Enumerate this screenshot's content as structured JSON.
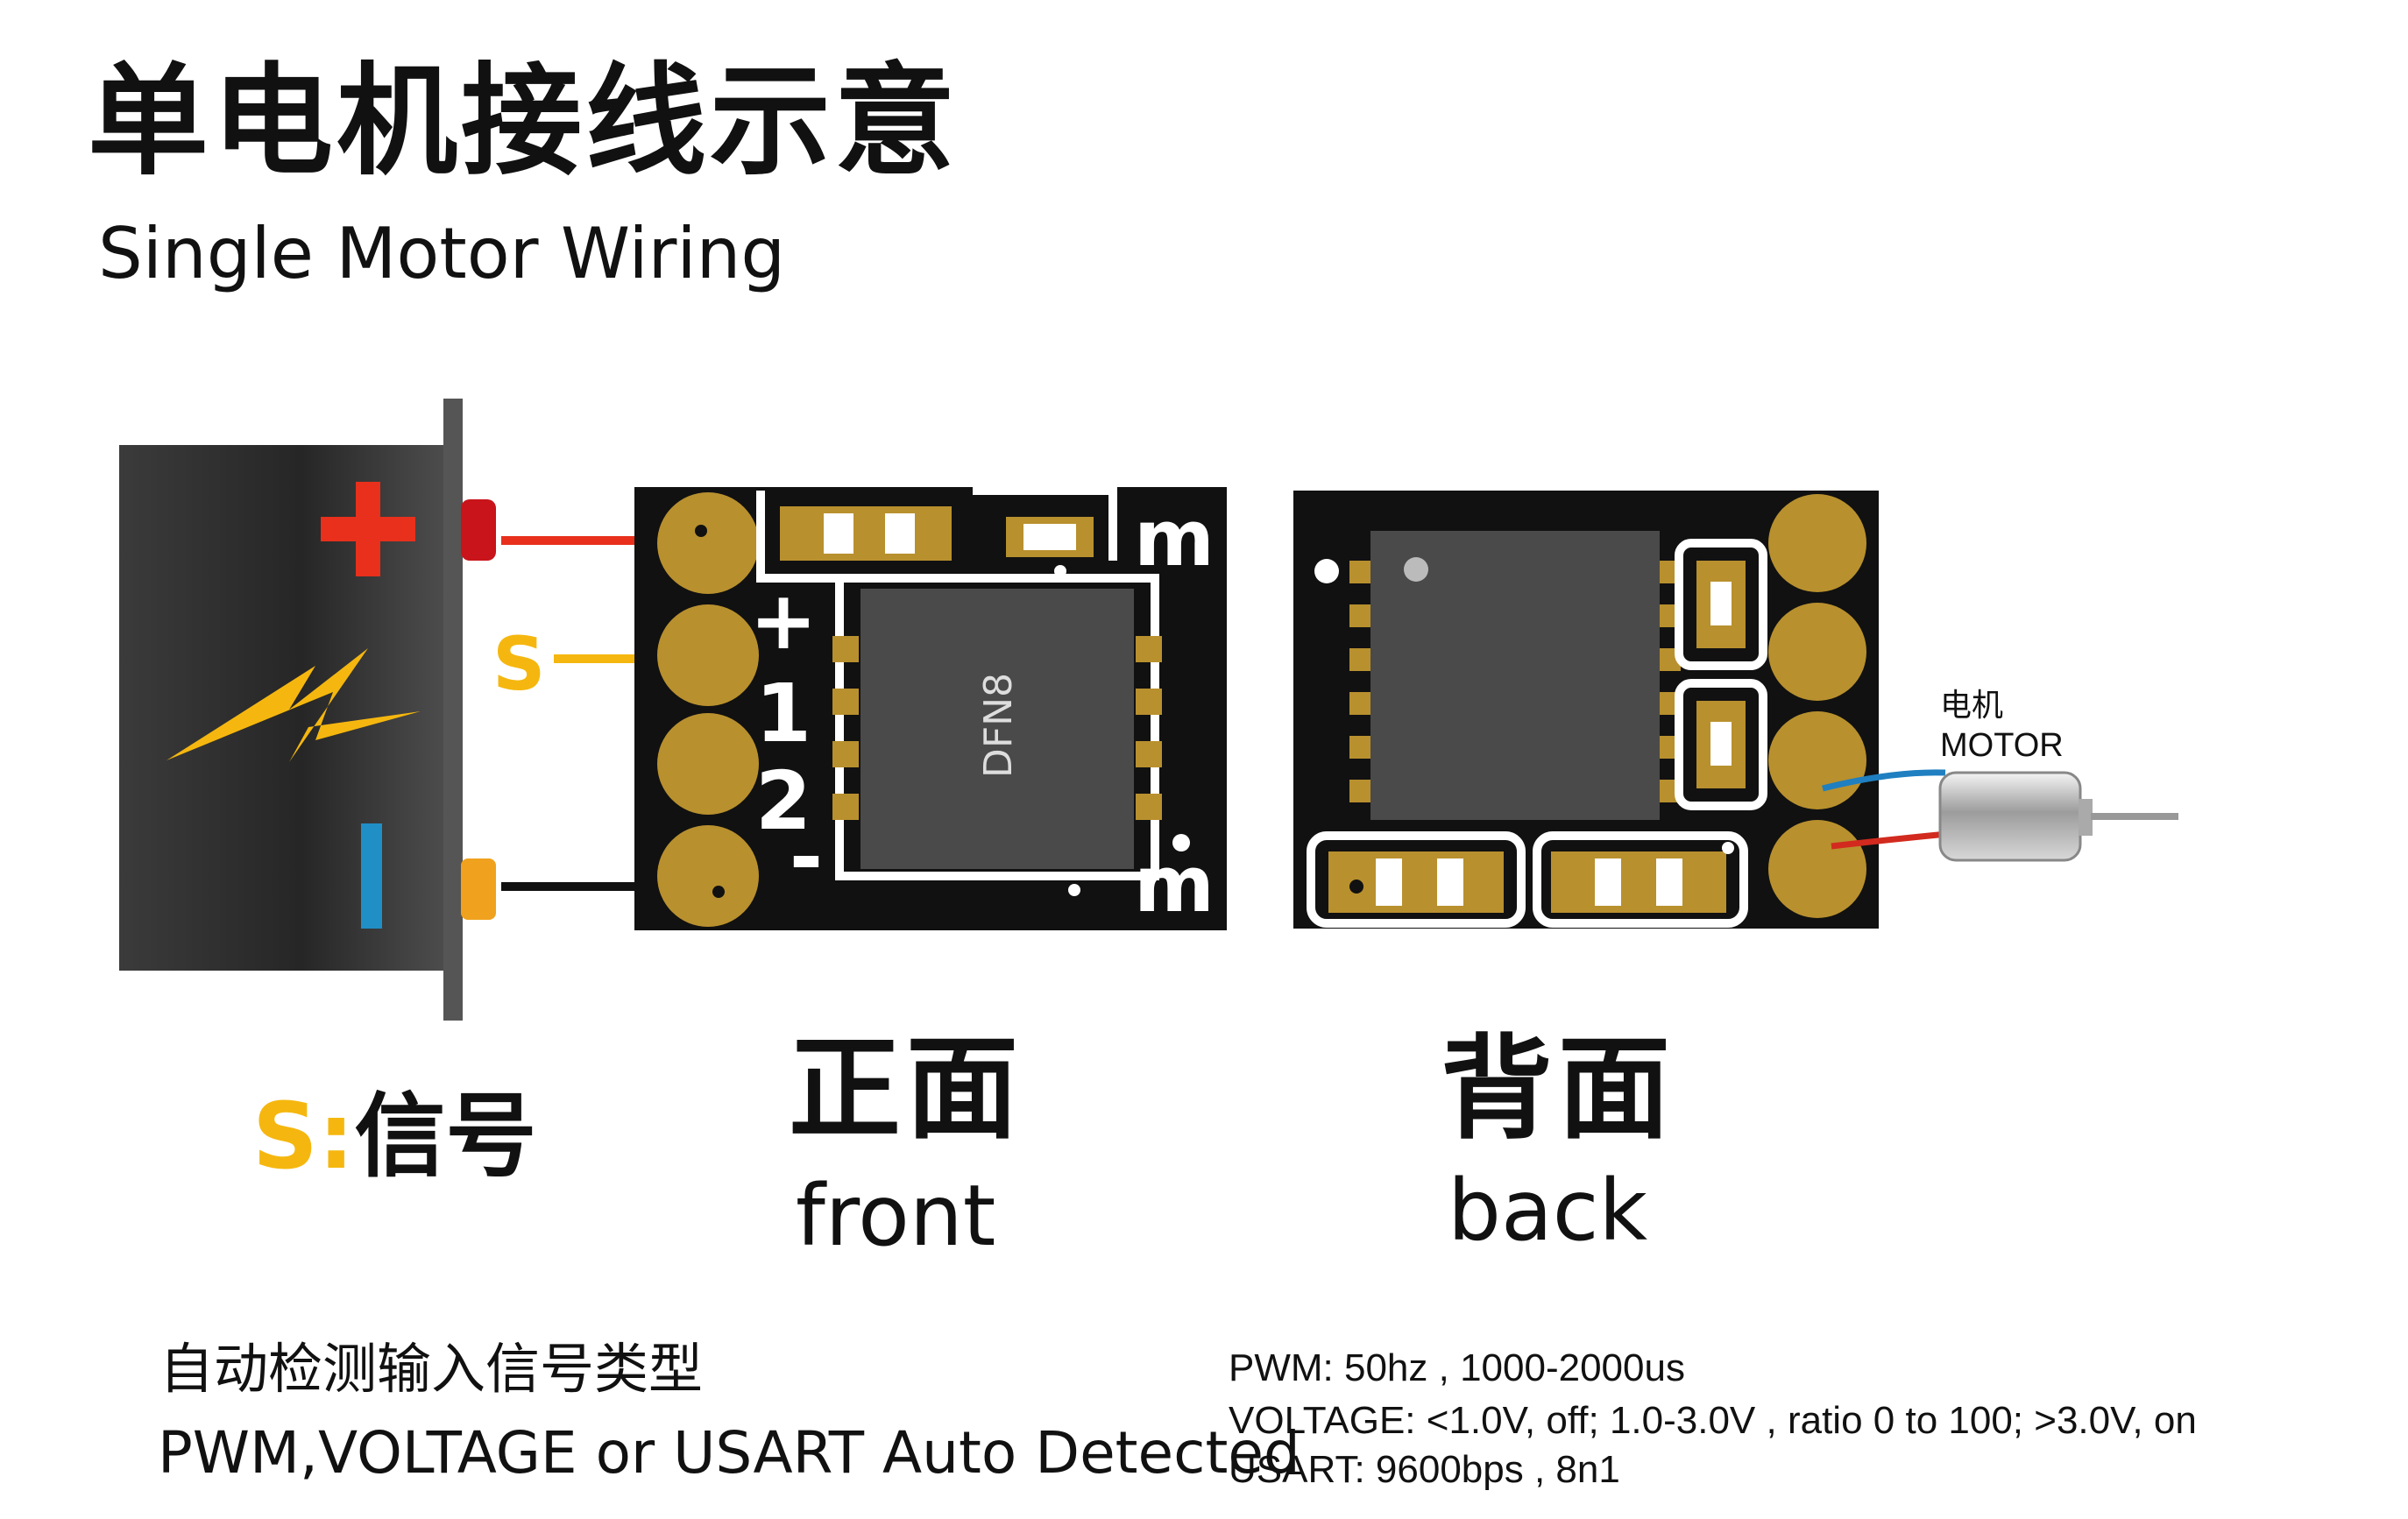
{
  "title": {
    "cn": "单电机接线示意",
    "en": "Single Motor Wiring"
  },
  "battery": {
    "plus": "+",
    "minus": "-",
    "signal": "S"
  },
  "board_front": {
    "chip_label": "DFN8",
    "pin_labels": [
      "+",
      "1",
      "2",
      "-"
    ],
    "corner_mark": "m"
  },
  "views": {
    "front_cn": "正面",
    "front_en": "front",
    "back_cn": "背面",
    "back_en": "back"
  },
  "signal_legend": {
    "key": "S:",
    "value": "信号"
  },
  "motor": {
    "cn": "电机",
    "en": "MOTOR"
  },
  "auto_detect": {
    "cn": "自动检测输入信号类型",
    "en": "PWM,VOLTAGE or USART Auto Detected"
  },
  "specs": {
    "pwm": "PWM: 50hz , 1000-2000us",
    "voltage": "VOLTAGE:  <1.0V, off; 1.0-3.0V , ratio 0 to 100; >3.0V, on",
    "usart": "USART:  9600bps , 8n1"
  },
  "colors": {
    "pcb": "#111111",
    "pad": "#b8902e",
    "chip": "#4a4a4a",
    "plus_red": "#e8301c",
    "signal_yellow": "#f5b70f",
    "minus_blue": "#1f8fc6",
    "silk": "#ffffff"
  }
}
